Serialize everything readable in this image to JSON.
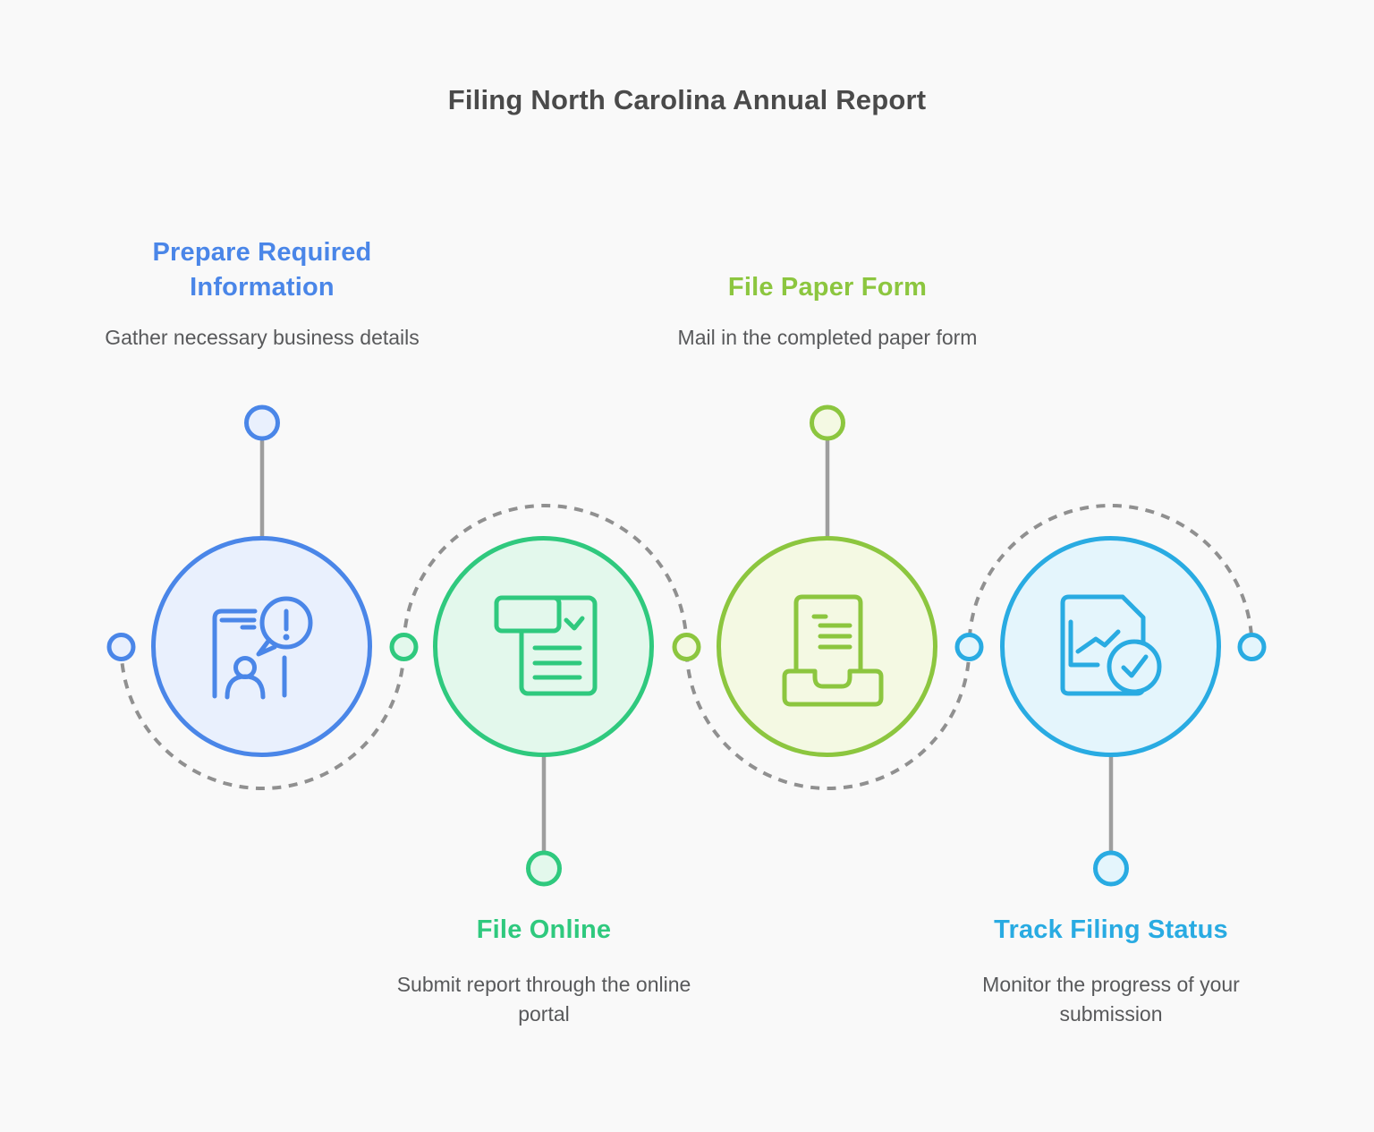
{
  "title": {
    "text": "Filing North Carolina Annual Report",
    "color": "#4a4a4a"
  },
  "background": "#f9f9f9",
  "description_color": "#58595b",
  "connector": {
    "style": "dashed-serpentine",
    "color": "#909090",
    "stem_color": "#9e9e9e"
  },
  "steps": [
    {
      "label": "Prepare Required Information",
      "description": "Gather necessary business details",
      "color": "#4a86e8",
      "tint": "#e9f0fd",
      "icon": "phone-contact-alert-icon",
      "label_position": "top"
    },
    {
      "label": "File Online",
      "description": "Submit report through the online portal",
      "color": "#2fc97e",
      "tint": "#e3f8ec",
      "icon": "online-form-checklist-icon",
      "label_position": "bottom"
    },
    {
      "label": "File Paper Form",
      "description": "Mail in the completed paper form",
      "color": "#8cc63f",
      "tint": "#f4f9e3",
      "icon": "document-inbox-tray-icon",
      "label_position": "top"
    },
    {
      "label": "Track Filing Status",
      "description": "Monitor the progress of your submission",
      "color": "#29abe2",
      "tint": "#e4f5fc",
      "icon": "report-status-check-icon",
      "label_position": "bottom"
    }
  ]
}
